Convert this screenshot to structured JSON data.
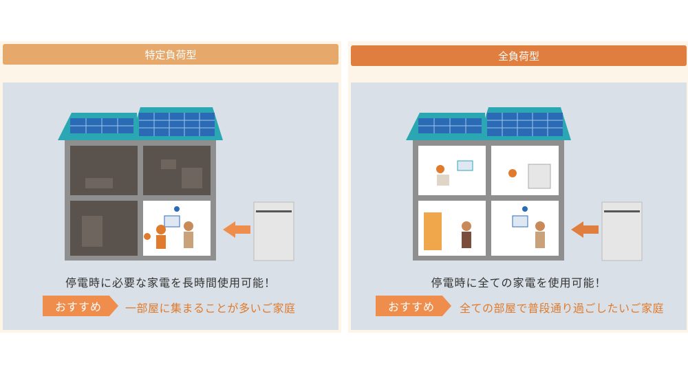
{
  "panels": [
    {
      "title": "特定負荷型",
      "caption": "停電時に必要な家電を長時間使用可能！",
      "badge": "おすすめ",
      "recommend": "一部屋に集まることが多いご家庭"
    },
    {
      "title": "全負荷型",
      "caption": "停電時に全ての家電を使用可能！",
      "badge": "おすすめ",
      "recommend": "全ての部屋で普段通り過ごしたいご家庭"
    }
  ],
  "colors": {
    "header_left": "#e6a96b",
    "header_right": "#e07e40",
    "accent_orange": "#ee8d4c",
    "recommend_text": "#e07a2c",
    "body_bg": "#d9e0e7",
    "panel_bg": "#fdf5e8",
    "roof": "#2aa7b3",
    "solar_panel": "#2b6bb5"
  }
}
